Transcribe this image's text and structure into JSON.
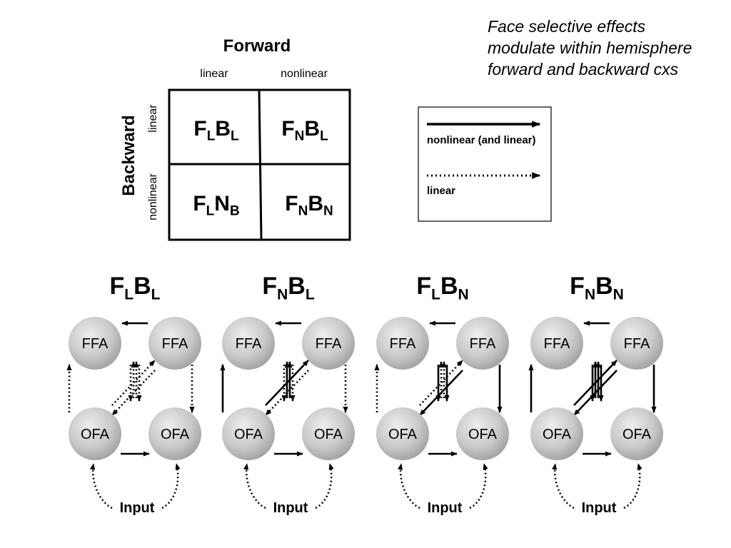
{
  "note": {
    "line1": "Face selective effects",
    "line2": "modulate within hemisphere",
    "line3": "forward and backward cxs"
  },
  "matrix": {
    "col_axis_title": "Forward",
    "row_axis_title": "Backward",
    "col_labels": [
      "linear",
      "nonlinear"
    ],
    "row_labels": [
      "linear",
      "nonlinear"
    ],
    "cells": [
      {
        "a": "F",
        "a_sub": "L",
        "b": "B",
        "b_sub": "L"
      },
      {
        "a": "F",
        "a_sub": "N",
        "b": "B",
        "b_sub": "L"
      },
      {
        "a": "F",
        "a_sub": "L",
        "b": "N",
        "b_sub": "B"
      },
      {
        "a": "F",
        "a_sub": "N",
        "b": "B",
        "b_sub": "N"
      }
    ]
  },
  "legend": {
    "solid_label": "nonlinear (and linear)",
    "dotted_label": "linear"
  },
  "models": [
    {
      "title_a": "F",
      "title_a_sub": "L",
      "title_b": "B",
      "title_b_sub": "L",
      "forward": "linear",
      "backward": "linear",
      "node_top": "FFA",
      "node_bottom": "OFA",
      "input_label": "Input"
    },
    {
      "title_a": "F",
      "title_a_sub": "N",
      "title_b": "B",
      "title_b_sub": "L",
      "forward": "nonlinear",
      "backward": "linear",
      "node_top": "FFA",
      "node_bottom": "OFA",
      "input_label": "Input"
    },
    {
      "title_a": "F",
      "title_a_sub": "L",
      "title_b": "B",
      "title_b_sub": "N",
      "forward": "linear",
      "backward": "nonlinear",
      "node_top": "FFA",
      "node_bottom": "OFA",
      "input_label": "Input"
    },
    {
      "title_a": "F",
      "title_a_sub": "N",
      "title_b": "B",
      "title_b_sub": "N",
      "forward": "nonlinear",
      "backward": "nonlinear",
      "node_top": "FFA",
      "node_bottom": "OFA",
      "input_label": "Input"
    }
  ]
}
